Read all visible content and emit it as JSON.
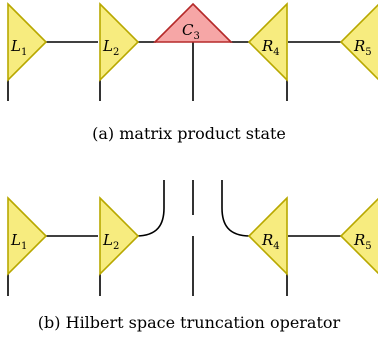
{
  "colors": {
    "tensor_fill": "#f7ec7f",
    "tensor_stroke": "#b8a800",
    "center_fill": "#f6a6a6",
    "center_stroke": "#b52a2a",
    "line": "#000000"
  },
  "panel_a": {
    "caption": "(a) matrix product state",
    "tensors": [
      {
        "letter": "L",
        "sub": "1"
      },
      {
        "letter": "L",
        "sub": "2"
      },
      {
        "letter": "C",
        "sub": "3"
      },
      {
        "letter": "R",
        "sub": "4"
      },
      {
        "letter": "R",
        "sub": "5"
      }
    ]
  },
  "panel_b": {
    "caption": "(b) Hilbert space truncation operator",
    "tensors": [
      {
        "letter": "L",
        "sub": "1"
      },
      {
        "letter": "L",
        "sub": "2"
      },
      {
        "letter": "R",
        "sub": "4"
      },
      {
        "letter": "R",
        "sub": "5"
      }
    ]
  }
}
